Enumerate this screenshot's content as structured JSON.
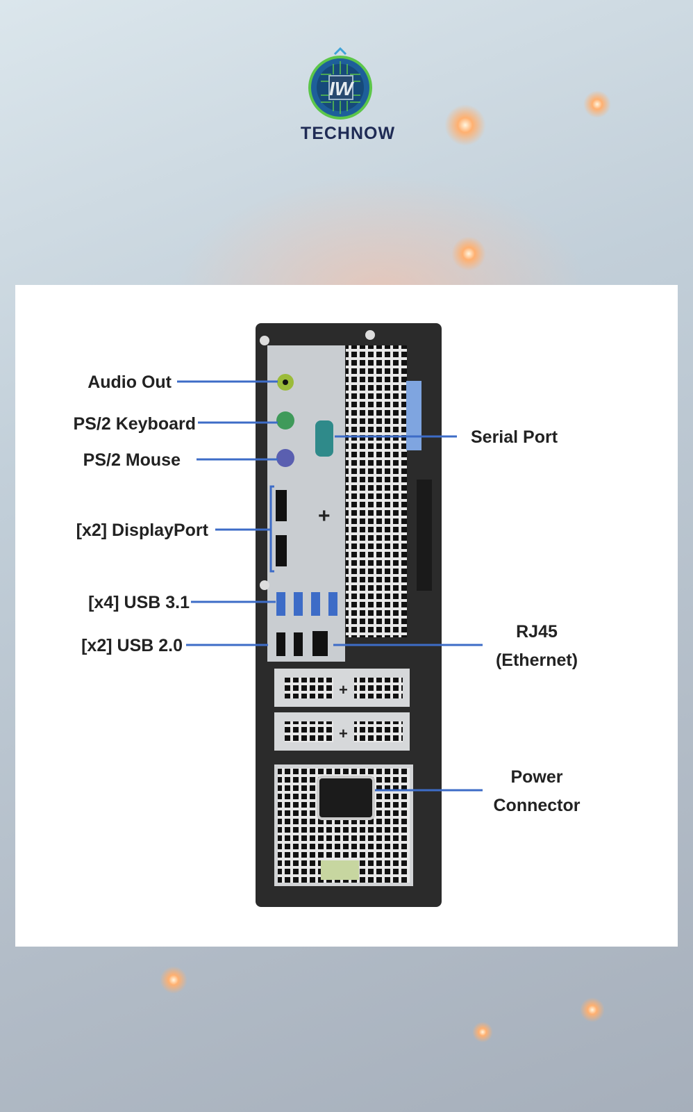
{
  "logo": {
    "brand": "TECHNOW",
    "monogram": "IW"
  },
  "diagram": {
    "left_labels": [
      {
        "name": "audio-out",
        "text": "Audio Out"
      },
      {
        "name": "ps2-keyboard",
        "text": "PS/2 Keyboard"
      },
      {
        "name": "ps2-mouse",
        "text": "PS/2 Mouse"
      },
      {
        "name": "displayport",
        "text": "[x2] DisplayPort"
      },
      {
        "name": "usb-3-1",
        "text": "[x4] USB 3.1"
      },
      {
        "name": "usb-2-0",
        "text": "[x2] USB 2.0"
      }
    ],
    "right_labels": {
      "serial": "Serial Port",
      "rj45_line1": "RJ45",
      "rj45_line2": "(Ethernet)",
      "power_line1": "Power",
      "power_line2": "Connector"
    }
  },
  "colors": {
    "leader_line": "#3d6cc7",
    "audio": "#9bbb3a",
    "keyboard": "#3f9a5a",
    "mouse": "#5a5fb0",
    "serial": "#2f8a8a",
    "usb3": "#3d6cc7"
  }
}
